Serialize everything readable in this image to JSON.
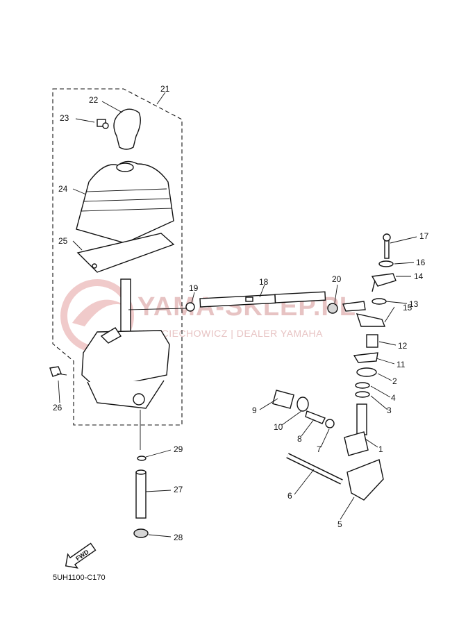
{
  "watermark": {
    "line1": "YAMA-SKLEP.PL",
    "line2": "WOJCIECHOWICZ | DEALER YAMAHA"
  },
  "diagram_code": "5UH1100-C170",
  "fwd_label": "FWD",
  "callouts": [
    "1",
    "2",
    "3",
    "4",
    "5",
    "6",
    "7",
    "8",
    "9",
    "10",
    "11",
    "12",
    "13",
    "14",
    "15",
    "16",
    "17",
    "18",
    "19",
    "20",
    "21",
    "22",
    "23",
    "24",
    "25",
    "26",
    "27",
    "28",
    "29"
  ]
}
